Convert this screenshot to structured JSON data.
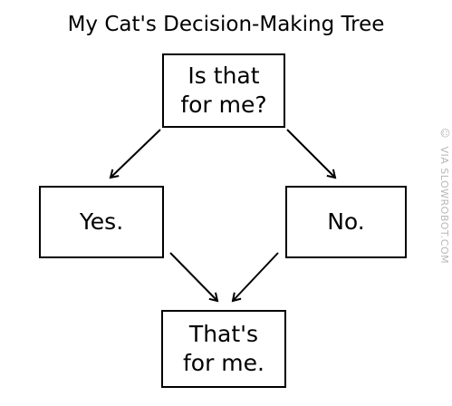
{
  "title": "My Cat's Decision-Making Tree",
  "nodes": {
    "question": {
      "lines": [
        "Is that",
        "for me?"
      ]
    },
    "yes": {
      "lines": [
        "Yes."
      ]
    },
    "no": {
      "lines": [
        "No."
      ]
    },
    "result": {
      "lines": [
        "That's",
        "for me."
      ]
    }
  },
  "edges": [
    {
      "from": "question",
      "to": "yes"
    },
    {
      "from": "question",
      "to": "no"
    },
    {
      "from": "yes",
      "to": "result"
    },
    {
      "from": "no",
      "to": "result"
    }
  ],
  "watermark": {
    "text": "VIA SLOWROBOT.COM",
    "logo_icon": "robot-logo-icon"
  }
}
